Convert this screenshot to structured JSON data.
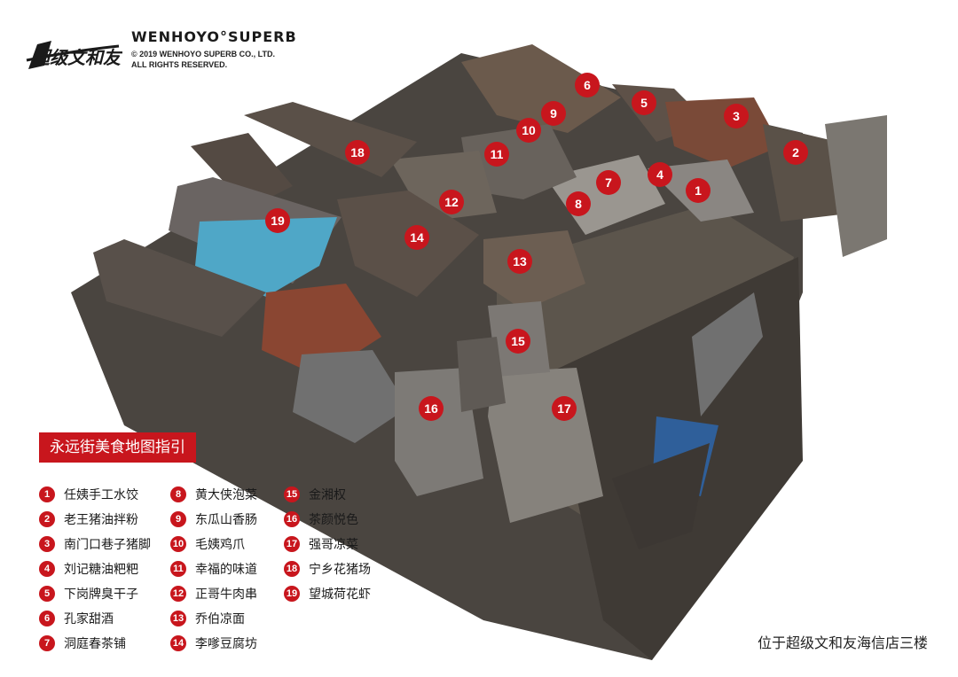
{
  "brand": {
    "logo_text": "超级文和友",
    "name": "WENHOYO°SUPERB",
    "copyright_line1": "© 2019 WENHOYO SUPERB CO., LTD.",
    "copyright_line2": "ALL RIGHTS RESERVED."
  },
  "colors": {
    "accent_red": "#c8161d",
    "pool_blue": "#4fa7c7",
    "ground": "#4a4540",
    "roof_dark": "#5a4e45"
  },
  "legend": {
    "title": "永远街美食地图指引",
    "columns": [
      [
        {
          "num": "1",
          "label": "任姨手工水饺"
        },
        {
          "num": "2",
          "label": "老王猪油拌粉"
        },
        {
          "num": "3",
          "label": "南门口巷子猪脚"
        },
        {
          "num": "4",
          "label": "刘记糖油粑粑"
        },
        {
          "num": "5",
          "label": "下岗牌臭干子"
        },
        {
          "num": "6",
          "label": "孔家甜酒"
        },
        {
          "num": "7",
          "label": "洞庭春茶铺"
        }
      ],
      [
        {
          "num": "8",
          "label": "黄大侠泡菜"
        },
        {
          "num": "9",
          "label": "东瓜山香肠"
        },
        {
          "num": "10",
          "label": "毛姨鸡爪"
        },
        {
          "num": "11",
          "label": "幸福的味道"
        },
        {
          "num": "12",
          "label": "正哥牛肉串"
        },
        {
          "num": "13",
          "label": "乔伯凉面"
        },
        {
          "num": "14",
          "label": "李嗲豆腐坊"
        }
      ],
      [
        {
          "num": "15",
          "label": "金湘权"
        },
        {
          "num": "16",
          "label": "茶颜悦色"
        },
        {
          "num": "17",
          "label": "强哥凉菜"
        },
        {
          "num": "18",
          "label": "宁乡花猪场"
        },
        {
          "num": "19",
          "label": "望城荷花虾"
        }
      ]
    ]
  },
  "markers": [
    {
      "num": "1"
    },
    {
      "num": "2"
    },
    {
      "num": "3"
    },
    {
      "num": "4"
    },
    {
      "num": "5"
    },
    {
      "num": "6"
    },
    {
      "num": "7"
    },
    {
      "num": "8"
    },
    {
      "num": "9"
    },
    {
      "num": "10"
    },
    {
      "num": "11"
    },
    {
      "num": "12"
    },
    {
      "num": "13"
    },
    {
      "num": "14"
    },
    {
      "num": "15"
    },
    {
      "num": "16"
    },
    {
      "num": "17"
    },
    {
      "num": "18"
    },
    {
      "num": "19"
    }
  ],
  "location_note": "位于超级文和友海信店三楼"
}
